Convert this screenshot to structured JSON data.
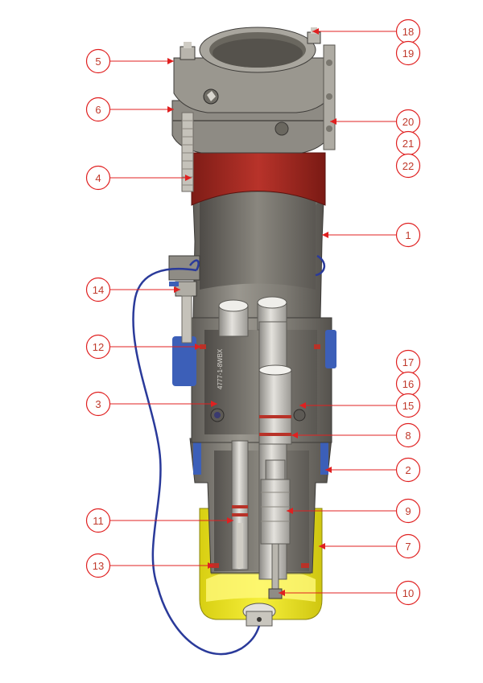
{
  "colors": {
    "callout": "#e02020",
    "metal_dark": "#6f6c66",
    "metal_mid": "#8f8c85",
    "metal_light": "#b9b6ae",
    "seal_red": "#a8261f",
    "base_yellow": "#f2ea2c",
    "cable_blue": "#2a3a9a",
    "bracket_blue": "#3c5fb8"
  },
  "housing_engraving": "4777-1-8WBX",
  "callouts": {
    "c1": "1",
    "c2": "2",
    "c3": "3",
    "c4": "4",
    "c5": "5",
    "c6": "6",
    "c7": "7",
    "c8": "8",
    "c9": "9",
    "c10": "10",
    "c11": "11",
    "c12": "12",
    "c13": "13",
    "c14": "14",
    "c15": "15",
    "c16": "16",
    "c17": "17",
    "c18": "18",
    "c19": "19",
    "c20": "20",
    "c21": "21",
    "c22": "22"
  }
}
